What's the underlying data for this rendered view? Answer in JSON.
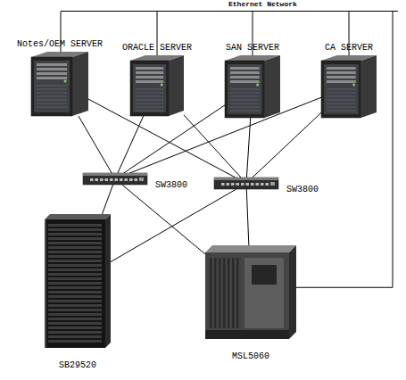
{
  "diagram": {
    "nodes": [
      {
        "text": [
          "Ethernet Network"
        ]
      },
      {
        "text": [
          "Notes/OEM SERVER"
        ]
      },
      {
        "text": [
          "ORACLE SERVER"
        ]
      },
      {
        "text": [
          "SAN SERVER"
        ]
      },
      {
        "text": [
          "CA SERVER"
        ]
      },
      {
        "text": [
          "SW3800"
        ]
      },
      {
        "text": [
          "SW3800"
        ]
      },
      {
        "text": [
          "SB29520"
        ]
      },
      {
        "text": [
          "MSL5060"
        ]
      }
    ],
    "edges": [
      {
        "from": 0,
        "to": 1,
        "arrow": "none"
      },
      {
        "from": 0,
        "to": 2,
        "arrow": "none"
      },
      {
        "from": 0,
        "to": 3,
        "arrow": "none"
      },
      {
        "from": 0,
        "to": 4,
        "arrow": "none"
      },
      {
        "from": 0,
        "to": 8,
        "arrow": "none"
      },
      {
        "from": 1,
        "to": 5,
        "arrow": "none"
      },
      {
        "from": 1,
        "to": 6,
        "arrow": "none"
      },
      {
        "from": 2,
        "to": 5,
        "arrow": "none"
      },
      {
        "from": 2,
        "to": 6,
        "arrow": "none"
      },
      {
        "from": 3,
        "to": 5,
        "arrow": "none"
      },
      {
        "from": 3,
        "to": 6,
        "arrow": "none"
      },
      {
        "from": 4,
        "to": 5,
        "arrow": "none"
      },
      {
        "from": 4,
        "to": 6,
        "arrow": "none"
      },
      {
        "from": 5,
        "to": 7,
        "arrow": "none"
      },
      {
        "from": 5,
        "to": 8,
        "arrow": "none"
      },
      {
        "from": 6,
        "to": 7,
        "arrow": "none"
      },
      {
        "from": 6,
        "to": 8,
        "arrow": "none"
      }
    ]
  }
}
